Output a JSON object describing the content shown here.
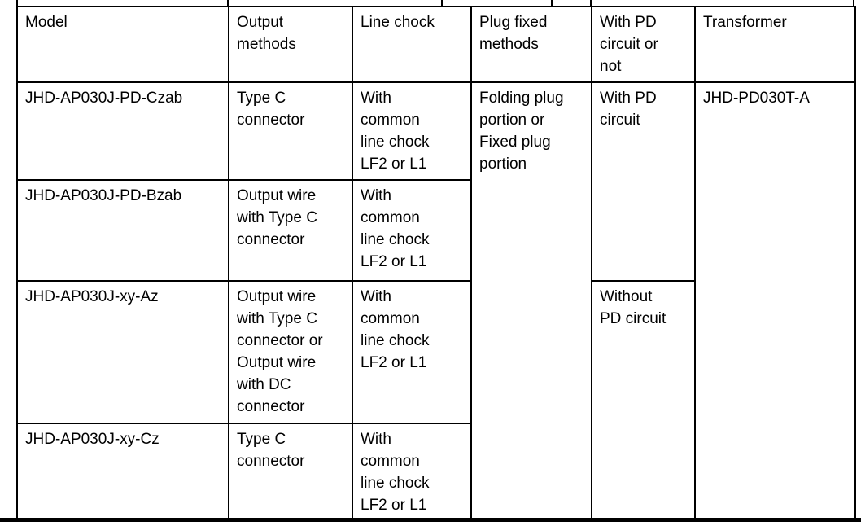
{
  "table": {
    "headers": {
      "model": "Model",
      "output_methods": "Output\nmethods",
      "line_chock": "Line chock",
      "plug_fixed_methods": "Plug fixed\nmethods",
      "pd_circuit_or_not": "With PD\ncircuit or\nnot",
      "transformer": "Transformer"
    },
    "rows": [
      {
        "model": "JHD-AP030J-PD-Czab",
        "output_method": "Type C\nconnector",
        "line_chock": "With\ncommon\nline chock\nLF2 or L1"
      },
      {
        "model": "JHD-AP030J-PD-Bzab",
        "output_method": "Output wire\nwith Type C\nconnector",
        "line_chock": "With\ncommon\nline chock\nLF2 or L1"
      },
      {
        "model": "JHD-AP030J-xy-Az",
        "output_method": "Output wire\nwith Type C\nconnector or\nOutput wire\nwith DC\nconnector",
        "line_chock": "With\ncommon\nline chock\nLF2 or L1"
      },
      {
        "model": "JHD-AP030J-xy-Cz",
        "output_method": "Type C\nconnector",
        "line_chock": "With\ncommon\nline chock\nLF2 or L1"
      }
    ],
    "merged_cells": {
      "plug_fixed_method": "Folding plug\nportion or\nFixed plug\nportion",
      "with_pd_circuit": "With PD\ncircuit",
      "without_pd_circuit": "Without\nPD circuit",
      "transformer_model": "JHD-PD030T-A"
    },
    "colors": {
      "border": "#000000",
      "text": "#000000",
      "background": "#ffffff"
    }
  }
}
